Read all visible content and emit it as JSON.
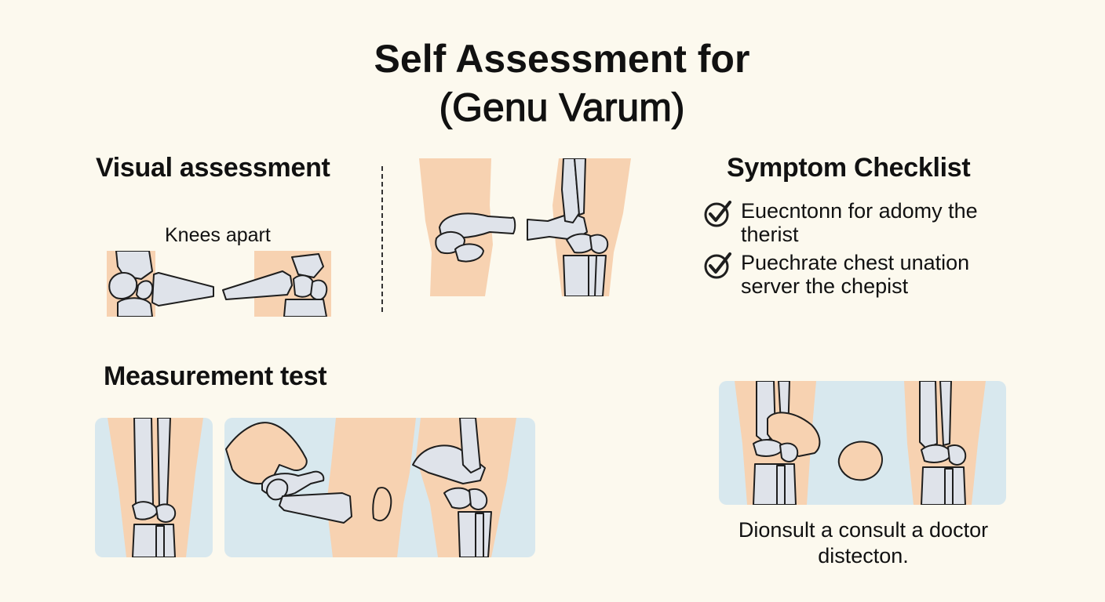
{
  "title": {
    "line1": "Self Assessment for",
    "line2": "(Genu Varum)"
  },
  "visual_assessment": {
    "heading": "Visual assessment",
    "label": "Knees apart"
  },
  "symptom_checklist": {
    "heading": "Symptom Checklist",
    "items": [
      {
        "icon": "check-circle-icon",
        "line1": "Euecntonn for adomy the",
        "line2": "therist"
      },
      {
        "icon": "check-circle-icon",
        "line1": "Puechrate chest unation",
        "line2": "server the chepist"
      }
    ]
  },
  "measurement_test": {
    "heading": "Measurement test"
  },
  "footer": {
    "line1": "Dionsult a consult a doctor",
    "line2": "distecton."
  },
  "colors": {
    "background": "#fcf9ee",
    "skin": "#f7d2b1",
    "panel_blue": "#d8e8ee",
    "bone": "#dfe3ea",
    "outline": "#1e1e1e"
  }
}
